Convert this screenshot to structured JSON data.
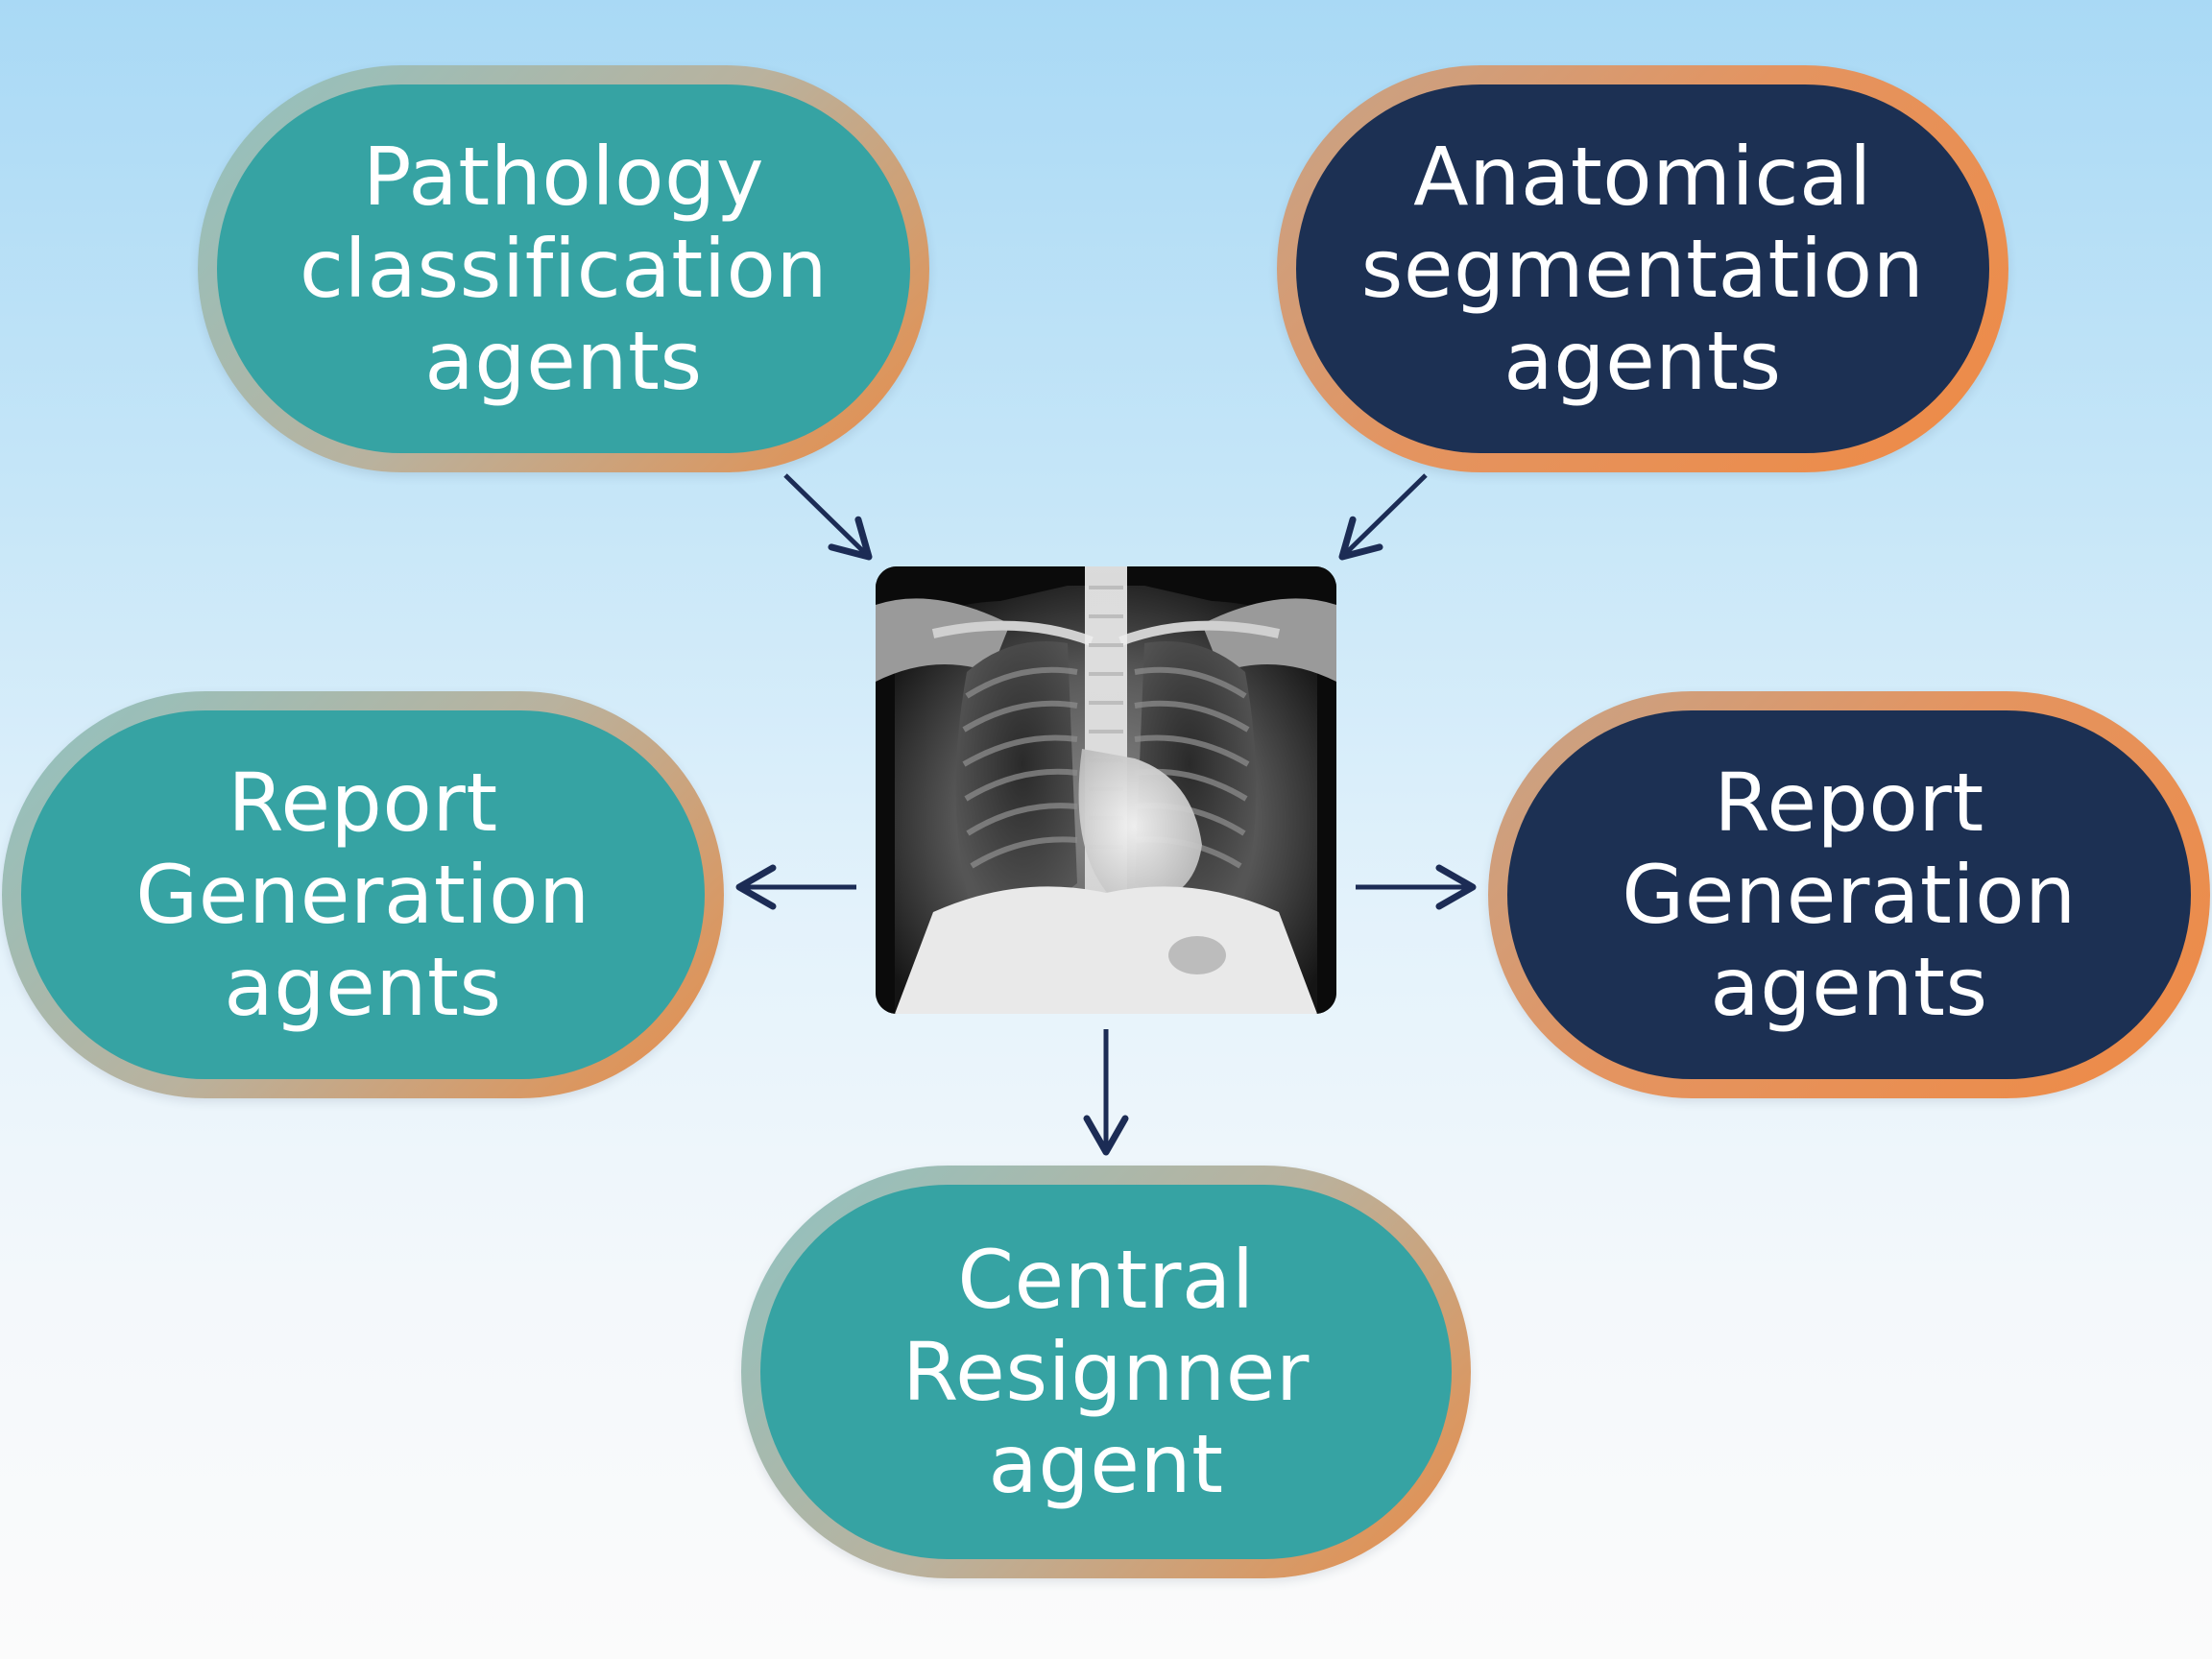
{
  "nodes": {
    "pathology": {
      "line1": "Pathology",
      "line2": "classification",
      "line3": "agents"
    },
    "anatomical": {
      "line1": "Anatomical",
      "line2": "segmentation",
      "line3": "agents"
    },
    "report_left": {
      "line1": "Report",
      "line2": "Generation",
      "line3": "agents"
    },
    "report_right": {
      "line1": "Report",
      "line2": "Generation",
      "line3": "agents"
    },
    "central": {
      "line1": "Central",
      "line2": "Resignner",
      "line3": "agent"
    }
  },
  "center_image": {
    "alt": "Chest X-ray"
  },
  "colors": {
    "teal": "#36a3a3",
    "navy": "#1c3053",
    "arrow": "#1c2c55",
    "border_orange": "#e88c48"
  }
}
